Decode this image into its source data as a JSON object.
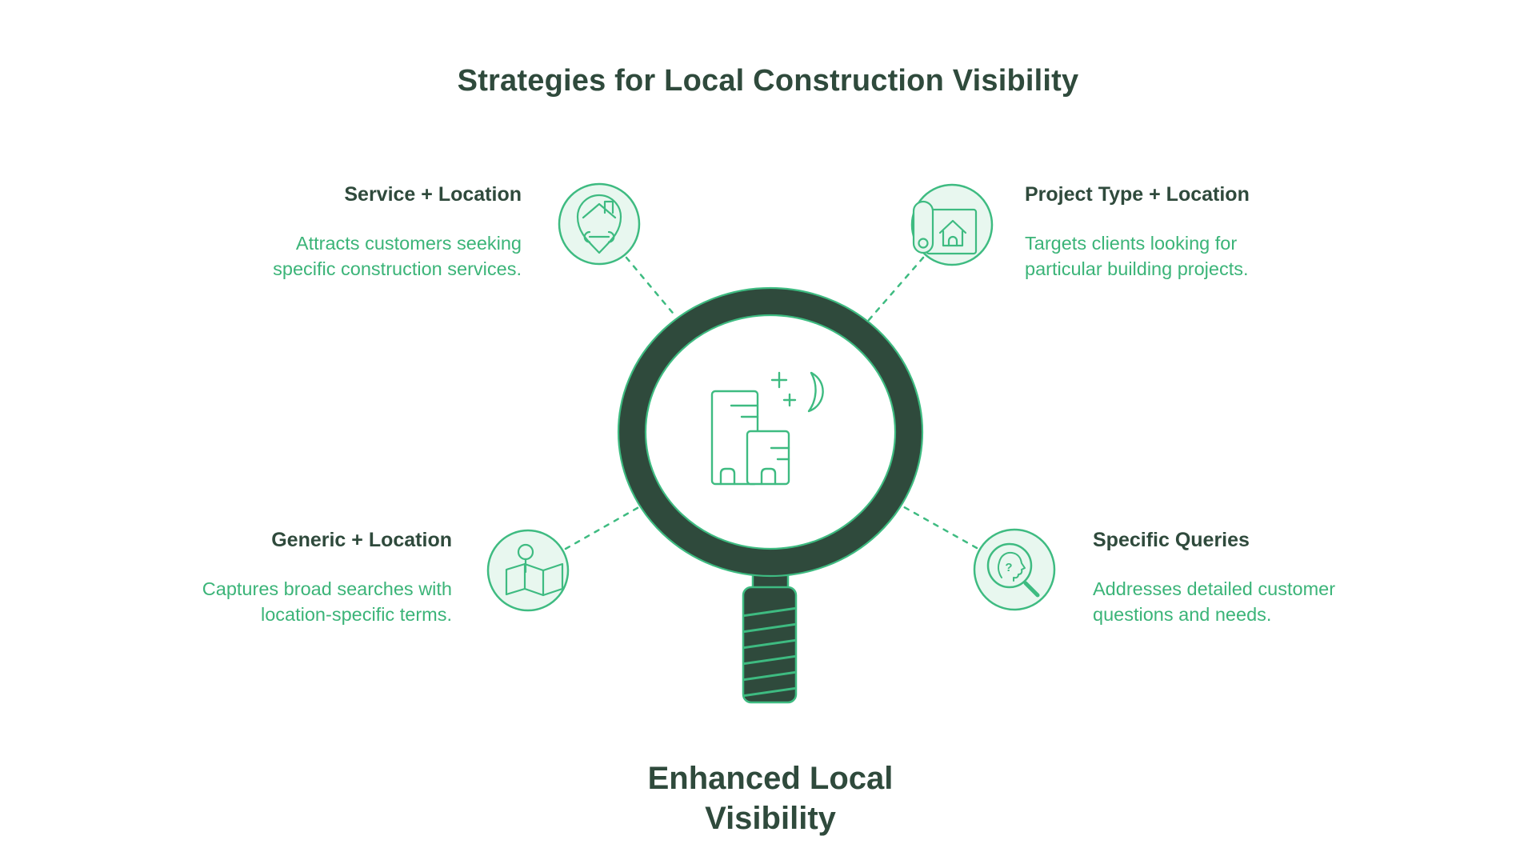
{
  "title": "Strategies for Local Construction Visibility",
  "center_label": "Enhanced Local Visibility",
  "center_icon": "magnifying-glass-buildings-night-icon",
  "items": [
    {
      "label": "Service + Location",
      "description": "Attracts customers seeking specific construction services.",
      "icon": "location-pin-house-wrench-icon",
      "position": "top-left"
    },
    {
      "label": "Project Type + Location",
      "description": "Targets clients looking for particular building projects.",
      "icon": "blueprint-roll-house-icon",
      "position": "top-right"
    },
    {
      "label": "Generic + Location",
      "description": "Captures broad searches with location-specific terms.",
      "icon": "folded-map-pin-icon",
      "position": "bottom-left"
    },
    {
      "label": "Specific Queries",
      "description": "Addresses detailed customer questions and needs.",
      "icon": "head-question-magnifier-icon",
      "position": "bottom-right"
    }
  ],
  "colors": {
    "dark_green": "#2F4A3C",
    "green_stroke": "#3EBB81",
    "light_green_fill": "#E8F7EF",
    "text_green": "#3BB478",
    "background": "#FFFFFF"
  }
}
